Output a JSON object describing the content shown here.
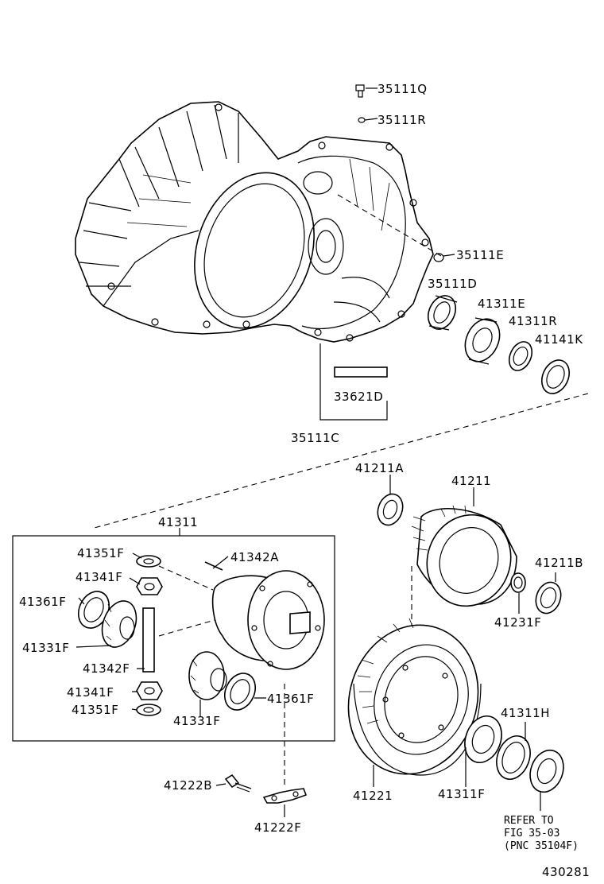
{
  "parts": {
    "p35111Q": "35111Q",
    "p35111R": "35111R",
    "p35111E": "35111E",
    "p35111D": "35111D",
    "p41311E": "41311E",
    "p41311R": "41311R",
    "p41141K": "41141K",
    "p33621D": "33621D",
    "p35111C": "35111C",
    "p41211A": "41211A",
    "p41211": "41211",
    "p41211B": "41211B",
    "p41231F": "41231F",
    "p41311": "41311",
    "p41351F_top": "41351F",
    "p41342A": "41342A",
    "p41341F_top": "41341F",
    "p41361F_left": "41361F",
    "p41331F_left": "41331F",
    "p41342F": "41342F",
    "p41341F_bottom": "41341F",
    "p41351F_bottom": "41351F",
    "p41331F_bottom": "41331F",
    "p41361F_right": "41361F",
    "p41221": "41221",
    "p41311F": "41311F",
    "p41311H": "41311H",
    "p41222B": "41222B",
    "p41222F": "41222F"
  },
  "reference_note": {
    "line1": "REFER TO",
    "line2": "FIG 35-03",
    "line3": "(PNC 35104F)"
  },
  "figure_number": "430281"
}
